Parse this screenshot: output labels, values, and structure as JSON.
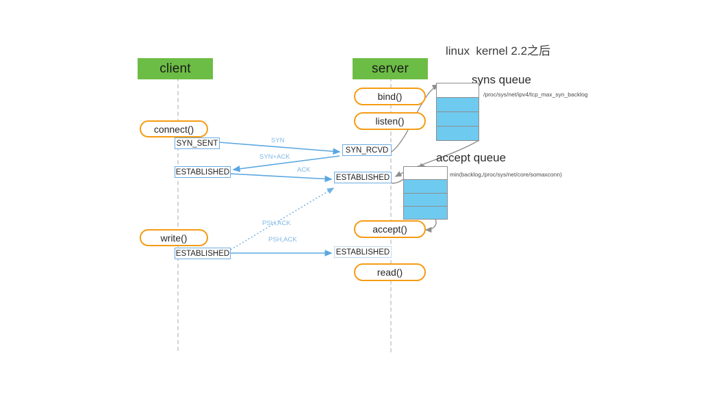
{
  "title": "linux  kernel 2.2之后",
  "colors": {
    "lane_header_green": "#6cbd45",
    "call_box_orange": "#f59b12",
    "state_box_blue": "#6aa9e0",
    "queue_fill_blue": "#6fcaf0",
    "queue_border_gray": "#8c8c8c",
    "lifeline_gray": "#d4d4d4",
    "message_blue": "#5aa7e0",
    "message_label_blue": "#7fb8e6",
    "curve_gray": "#8e8e8e"
  },
  "lanes": [
    {
      "name": "client",
      "label": "client"
    },
    {
      "name": "server",
      "label": "server"
    }
  ],
  "client_calls": [
    {
      "name": "connect",
      "label": "connect()"
    },
    {
      "name": "write",
      "label": "write()"
    }
  ],
  "server_calls": [
    {
      "name": "bind",
      "label": "bind()"
    },
    {
      "name": "listen",
      "label": "listen()"
    },
    {
      "name": "accept",
      "label": "accept()"
    },
    {
      "name": "read",
      "label": "read()"
    }
  ],
  "client_states": [
    {
      "name": "syn-sent",
      "label": "SYN_SENT"
    },
    {
      "name": "established-handshake",
      "label": "ESTABLISHED"
    },
    {
      "name": "established-data",
      "label": "ESTABLISHED"
    }
  ],
  "server_states": [
    {
      "name": "syn-rcvd",
      "label": "SYN_RCVD"
    },
    {
      "name": "established-handshake",
      "label": "ESTABLISHED"
    },
    {
      "name": "established-data",
      "label": "ESTABLISHED"
    }
  ],
  "messages": [
    {
      "name": "syn",
      "label": "SYN",
      "direction": "client-to-server",
      "style": "solid"
    },
    {
      "name": "syn-ack",
      "label": "SYN+ACK",
      "direction": "server-to-client",
      "style": "solid"
    },
    {
      "name": "ack",
      "label": "ACK",
      "direction": "client-to-server",
      "style": "solid"
    },
    {
      "name": "psh-ack-dotted",
      "label": "PSH,ACK",
      "direction": "client-to-server",
      "style": "dotted"
    },
    {
      "name": "psh-ack-solid",
      "label": "PSH,ACK",
      "direction": "client-to-server",
      "style": "solid"
    }
  ],
  "queues": [
    {
      "name": "syns-queue",
      "title": "syns queue",
      "caption": "/proc/sys/net/ipv4/tcp_max_syn_backlog",
      "cells": [
        "empty",
        "filled",
        "filled",
        "filled"
      ]
    },
    {
      "name": "accept-queue",
      "title": "accept queue",
      "caption": "min(backlog,/proc/sys/net/core/somaxconn)",
      "cells": [
        "empty",
        "filled",
        "filled",
        "filled"
      ]
    }
  ]
}
